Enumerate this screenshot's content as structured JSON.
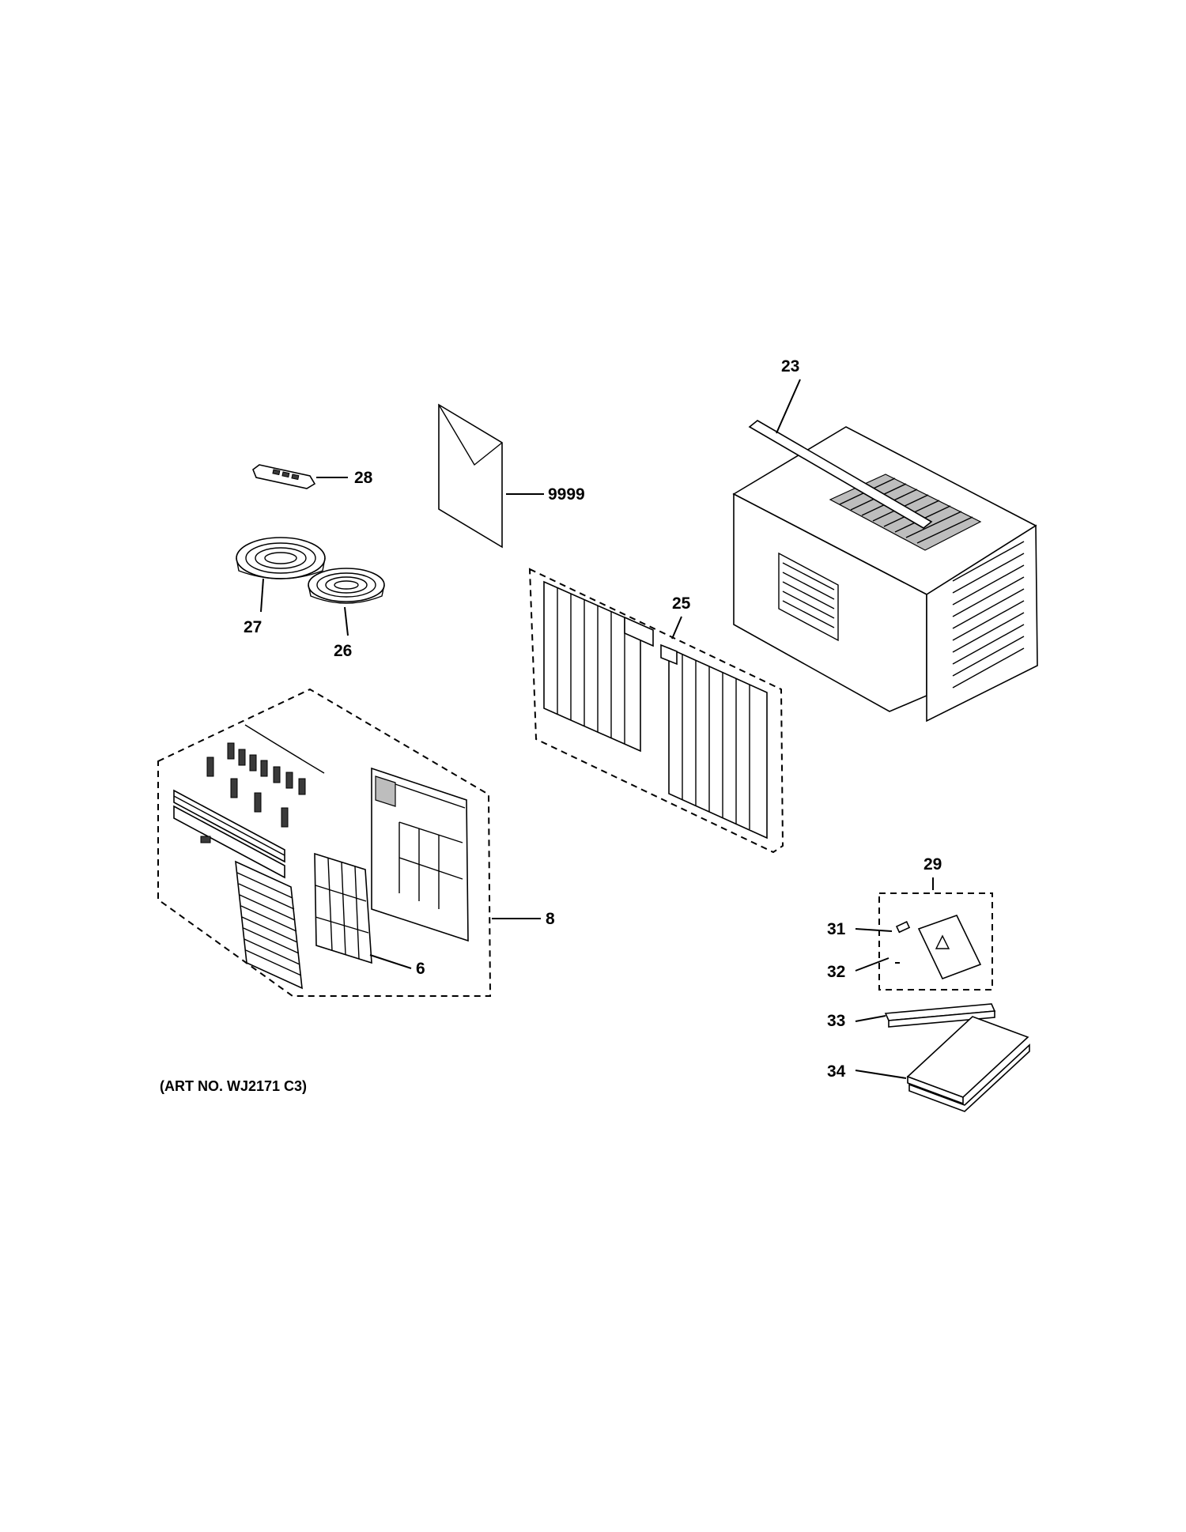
{
  "diagram": {
    "art_number": "(ART NO. WJ2171 C3)",
    "callouts": {
      "p23": "23",
      "p28": "28",
      "p9999": "9999",
      "p25": "25",
      "p27": "27",
      "p26": "26",
      "p8": "8",
      "p6": "6",
      "p29": "29",
      "p31": "31",
      "p32": "32",
      "p33": "33",
      "p34": "34"
    }
  }
}
